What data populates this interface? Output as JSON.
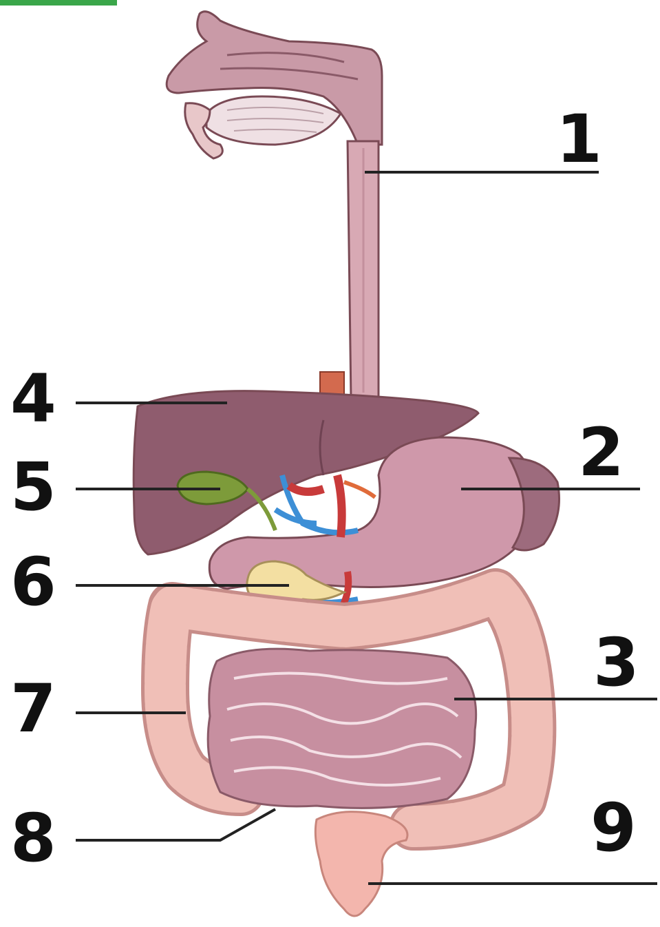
{
  "diagram": {
    "labels": [
      "1",
      "2",
      "3",
      "4",
      "5",
      "6",
      "7",
      "8",
      "9"
    ]
  },
  "colors": {
    "mouth": "#c99aa7",
    "esophagus": "#d8a9b4",
    "liver": "#8f5c6e",
    "gallbladder": "#7d9b3a",
    "stomach": "#cf98aa",
    "pancreas": "#f3dfa2",
    "small_intestine": "#c78fa0",
    "large_intestine": "#f0bfb7",
    "rectum": "#f3b6ad",
    "vessels_blue": "#3d8fd6",
    "vessels_red": "#c83a3a"
  }
}
